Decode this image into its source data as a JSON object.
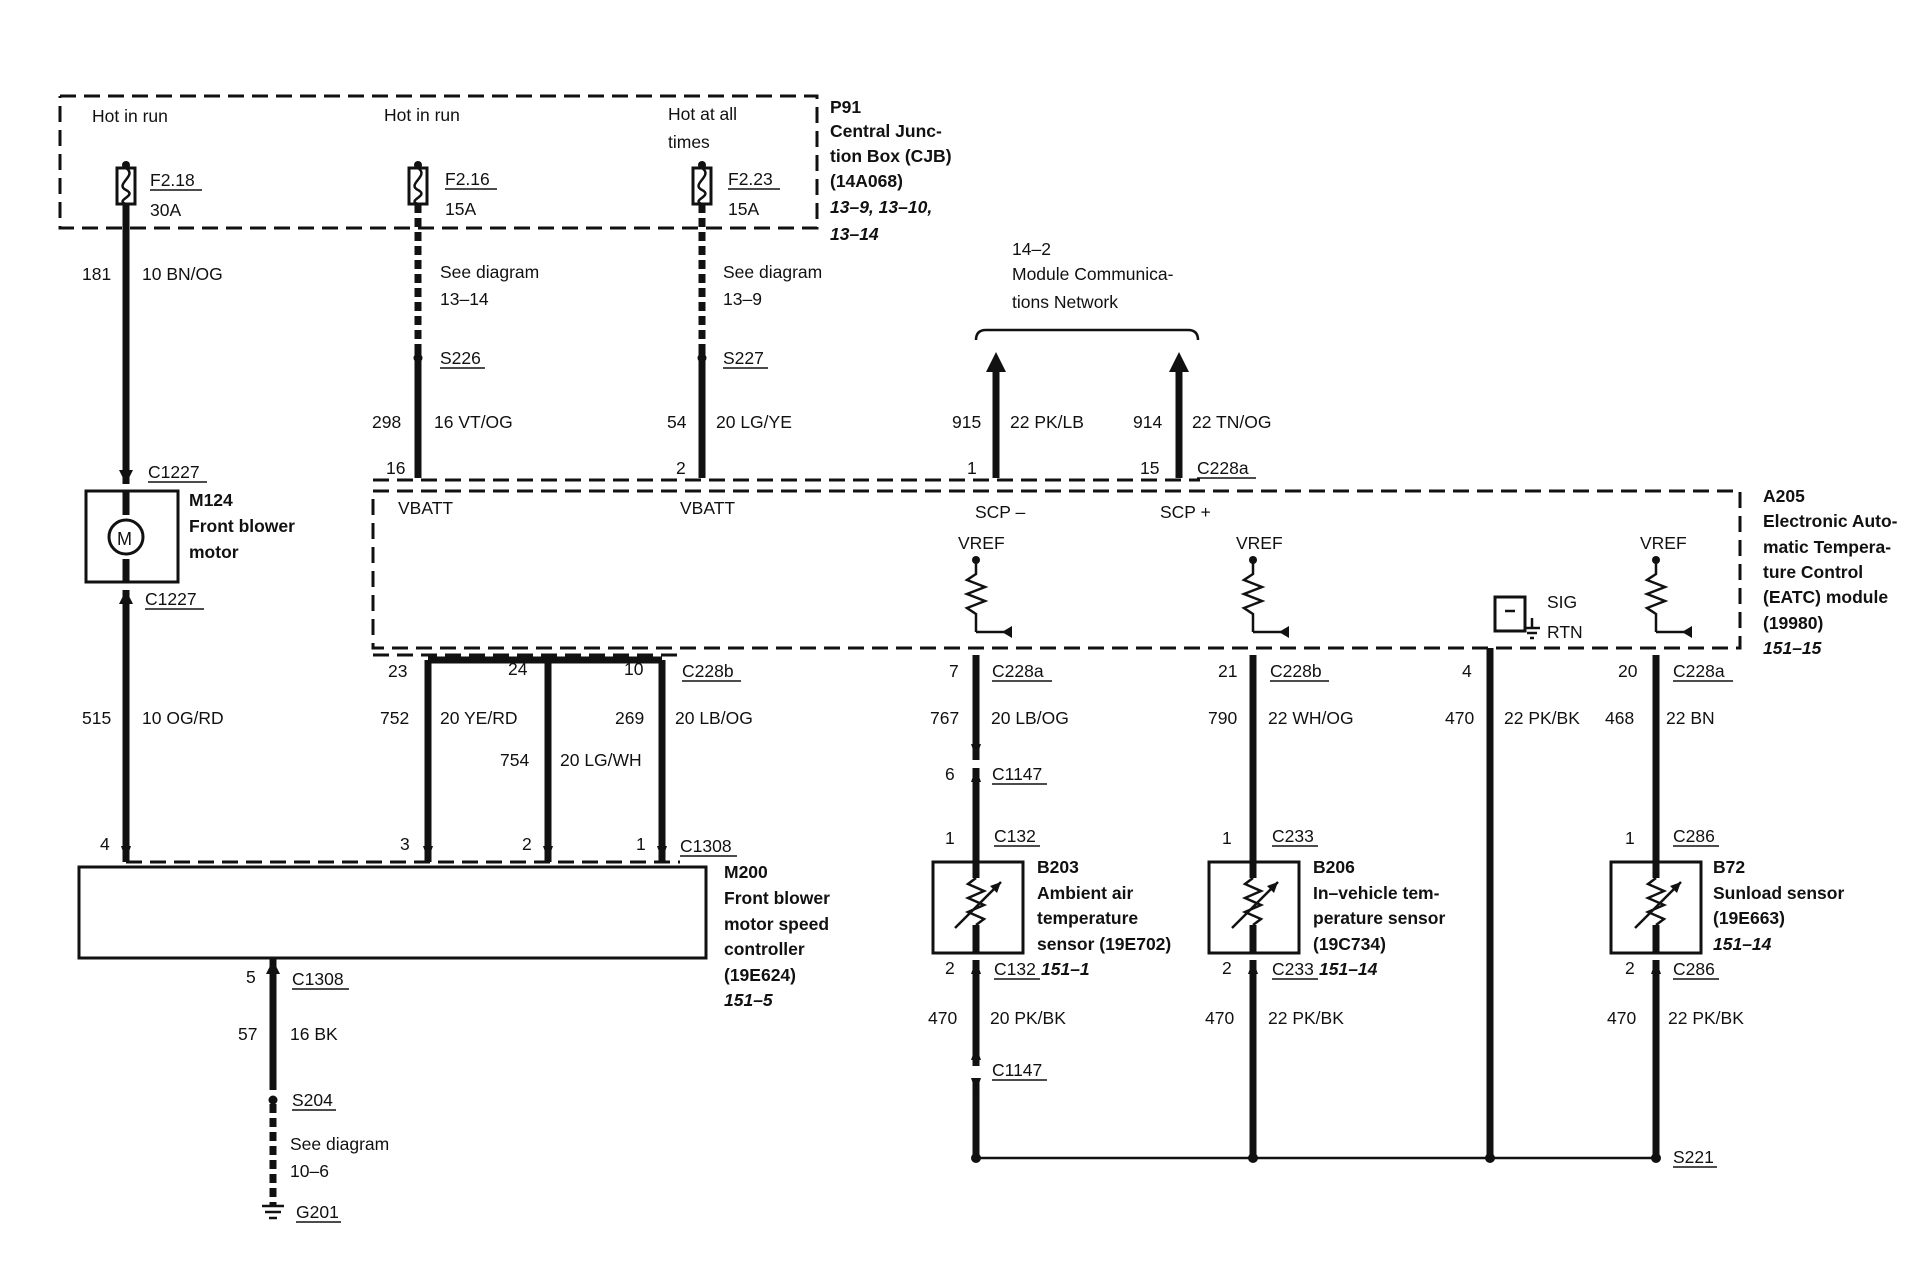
{
  "cjb": {
    "id": "P91",
    "name_lines": [
      "Central Junc-",
      "tion Box (CJB)",
      "(14A068)"
    ],
    "ref_lines": [
      "13–9, 13–10,",
      "13–14"
    ],
    "feeds": [
      {
        "condition_lines": [
          "Hot in run"
        ],
        "fuse": "F2.18",
        "rating": "30A"
      },
      {
        "condition_lines": [
          "Hot in run"
        ],
        "fuse": "F2.16",
        "rating": "15A"
      },
      {
        "condition_lines": [
          "Hot at all",
          "times"
        ],
        "fuse": "F2.23",
        "rating": "15A"
      }
    ]
  },
  "network": {
    "ref": "14–2",
    "name_lines": [
      "Module Communica-",
      "tions Network"
    ]
  },
  "wires": [
    {
      "circuit": "181",
      "spec": "10 BN/OG"
    },
    {
      "circuit": "298",
      "spec": "16 VT/OG",
      "note_lines": [
        "See diagram",
        "13–14"
      ],
      "splice": "S226"
    },
    {
      "circuit": "54",
      "spec": "20 LG/YE",
      "note_lines": [
        "See diagram",
        "13–9"
      ],
      "splice": "S227"
    },
    {
      "circuit": "915",
      "spec": "22 PK/LB"
    },
    {
      "circuit": "914",
      "spec": "22 TN/OG"
    },
    {
      "circuit": "515",
      "spec": "10 OG/RD"
    },
    {
      "circuit": "752",
      "spec": "20 YE/RD"
    },
    {
      "circuit": "754",
      "spec": "20 LG/WH"
    },
    {
      "circuit": "269",
      "spec": "20 LB/OG"
    },
    {
      "circuit": "767",
      "spec": "20 LB/OG"
    },
    {
      "circuit": "790",
      "spec": "22 WH/OG"
    },
    {
      "circuit": "470",
      "spec": "22 PK/BK"
    },
    {
      "circuit": "468",
      "spec": "22 BN"
    },
    {
      "circuit": "57",
      "spec": "16 BK",
      "note_lines": [
        "See diagram",
        "10–6"
      ],
      "splice": "S204",
      "ground": "G201"
    },
    {
      "circuit": "470",
      "spec": "20 PK/BK"
    },
    {
      "circuit": "470",
      "spec": "22 PK/BK"
    },
    {
      "circuit": "470",
      "spec": "22 PK/BK"
    }
  ],
  "eatc": {
    "id": "A205",
    "name_lines": [
      "Electronic Auto-",
      "matic Tempera-",
      "ture Control",
      "(EATC) module",
      "(19980)"
    ],
    "ref": "151–15",
    "pins": [
      {
        "pin": "16",
        "label": "VBATT"
      },
      {
        "pin": "2",
        "label": "VBATT"
      },
      {
        "pin": "1",
        "label": "SCP –"
      },
      {
        "pin": "15",
        "label": "SCP +"
      }
    ],
    "top_connector": "C228a",
    "vref": [
      "VREF",
      "VREF",
      "VREF"
    ],
    "sig_rtn": [
      "SIG",
      "RTN"
    ],
    "bottom_pins": [
      "23",
      "24",
      "10",
      "7",
      "21",
      "4",
      "20"
    ],
    "bottom_connectors": [
      "C228b",
      "C228a",
      "C228b",
      "C228a"
    ]
  },
  "motor": {
    "id": "M124",
    "name_lines": [
      "Front blower",
      "motor"
    ],
    "symbol": "M",
    "connectors": [
      "C1227",
      "C1227"
    ]
  },
  "controller": {
    "id": "M200",
    "name_lines": [
      "Front blower",
      "motor speed",
      "controller",
      "(19E624)"
    ],
    "ref": "151–5",
    "pins": [
      "4",
      "3",
      "2",
      "1"
    ],
    "connector": "C1308",
    "out_pin": "5",
    "out_connector": "C1308"
  },
  "sensors": [
    {
      "id": "B203",
      "name_lines": [
        "Ambient air",
        "temperature",
        "sensor (19E702)"
      ],
      "ref": "151–1",
      "connector": "C132",
      "inline": "C1147",
      "inline_pin": "6"
    },
    {
      "id": "B206",
      "name_lines": [
        "In–vehicle tem-",
        "perature sensor",
        "(19C734)"
      ],
      "ref": "151–14",
      "connector": "C233"
    },
    {
      "id": "B72",
      "name_lines": [
        "Sunload sensor",
        "(19E663)"
      ],
      "ref": "151–14",
      "connector": "C286"
    }
  ],
  "sensor_pins": [
    "1",
    "2"
  ],
  "return_splice": "S221"
}
